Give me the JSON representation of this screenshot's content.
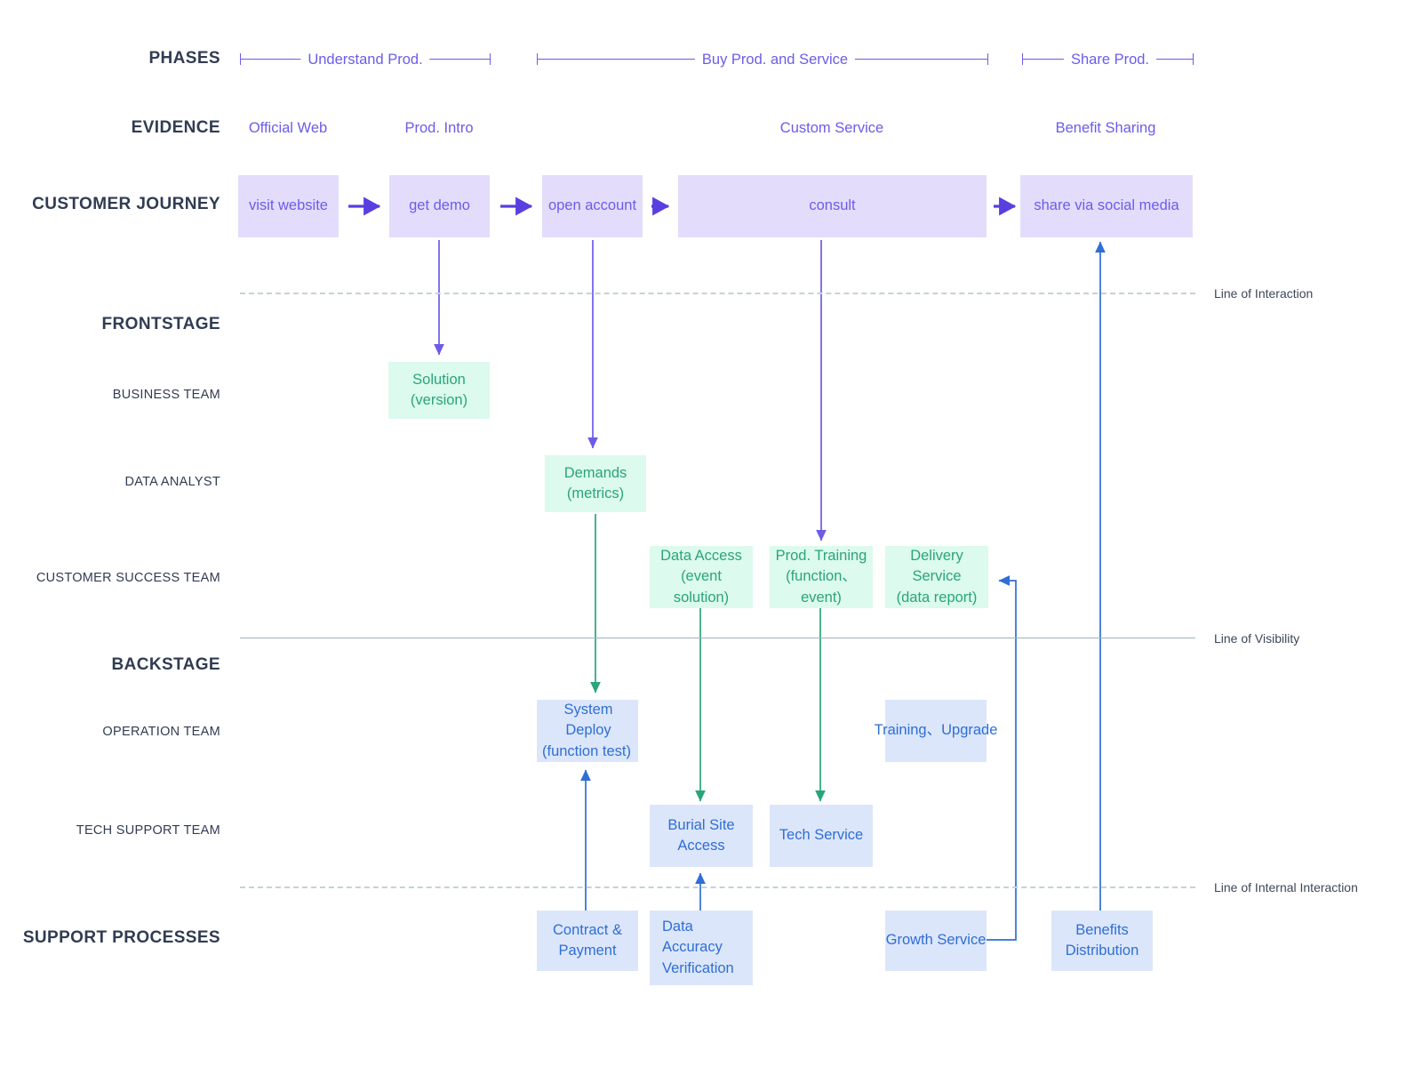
{
  "rows": {
    "phases_label": "PHASES",
    "evidence_label": "EVIDENCE",
    "customer_journey_label": "CUSTOMER JOURNEY",
    "frontstage_label": "FRONTSTAGE",
    "business_team_label": "BUSINESS TEAM",
    "data_analyst_label": "DATA ANALYST",
    "customer_success_label": "CUSTOMER SUCCESS TEAM",
    "backstage_label": "BACKSTAGE",
    "operation_team_label": "OPERATION TEAM",
    "tech_support_label": "TECH SUPPORT TEAM",
    "support_processes_label": "SUPPORT PROCESSES"
  },
  "phases": [
    {
      "label": "Understand Prod."
    },
    {
      "label": "Buy Prod. and Service"
    },
    {
      "label": "Share Prod."
    }
  ],
  "evidence": [
    {
      "label": "Official Web"
    },
    {
      "label": "Prod. Intro"
    },
    {
      "label": "Custom Service"
    },
    {
      "label": "Benefit Sharing"
    }
  ],
  "customer_journey": [
    {
      "label": "visit website"
    },
    {
      "label": "get demo"
    },
    {
      "label": "open account"
    },
    {
      "label": "consult"
    },
    {
      "label": "share via social media"
    }
  ],
  "business_team": [
    {
      "line1": "Solution",
      "line2": "(version)"
    }
  ],
  "data_analyst": [
    {
      "line1": "Demands",
      "line2": "(metrics)"
    }
  ],
  "customer_success_team": [
    {
      "line1": "Data Access",
      "line2": "(event solution)"
    },
    {
      "line1": "Prod. Training",
      "line2": "(function、event)"
    },
    {
      "line1": "Delivery Service",
      "line2": "(data report)"
    }
  ],
  "operation_team": [
    {
      "line1": "System Deploy",
      "line2": "(function test)"
    },
    {
      "line1": "Training、Upgrade",
      "line2": ""
    }
  ],
  "tech_support_team": [
    {
      "line1": "Burial Site",
      "line2": "Access"
    },
    {
      "line1": "Tech Service",
      "line2": ""
    }
  ],
  "support_processes": [
    {
      "line1": "Contract &",
      "line2": "Payment",
      "line3": ""
    },
    {
      "line1": "Data",
      "line2": "Accuracy",
      "line3": "Verification"
    },
    {
      "line1": "Growth Service",
      "line2": "",
      "line3": ""
    },
    {
      "line1": "Benefits",
      "line2": "Distribution",
      "line3": ""
    }
  ],
  "separators": [
    {
      "label": "Line of Interaction",
      "style": "dashed"
    },
    {
      "label": "Line of Visibility",
      "style": "solid"
    },
    {
      "label": "Line of Internal Interaction",
      "style": "dashed"
    }
  ],
  "colors": {
    "purple_fill": "#e3ddfb",
    "purple_text": "#6c5ce9",
    "green_fill": "#dcfaed",
    "green_text": "#2aa579",
    "blue_fill": "#dce6fa",
    "blue_text": "#2f6ed4",
    "label_text": "#313c52",
    "line_gray": "#9fb3bb"
  }
}
